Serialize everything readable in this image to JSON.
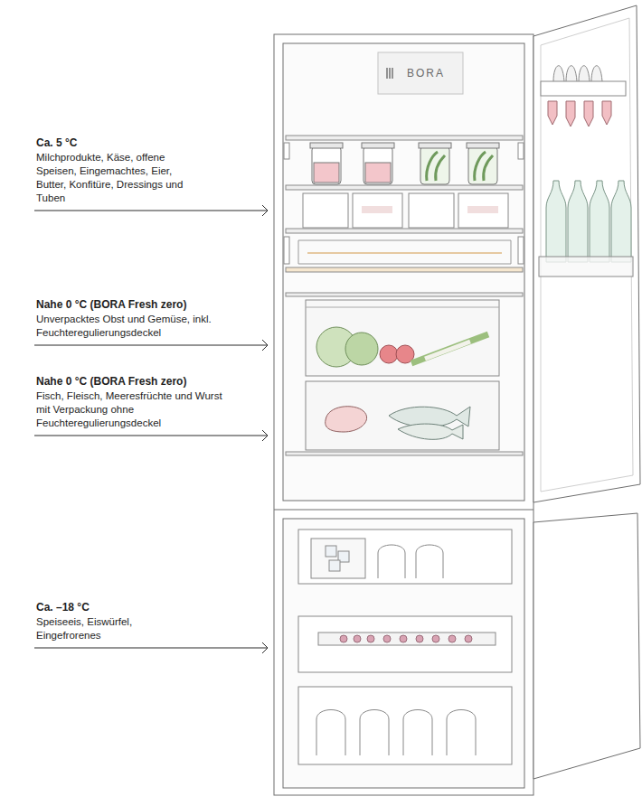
{
  "diagram": {
    "labels": [
      "Ca. 5 °C",
      "Milchprodukte, Käse, offene Speisen, Eingemachtes, Eier, Butter, Konfitüre, Dressings und Tuben",
      "Nahe 0 °C (BORA Fresh zero)",
      "Unverpacktes Obst und Gemüse, inkl. Feuchteregulierungsdeckel",
      "Nahe 0 °C (BORA Fresh zero)",
      "Fisch, Fleisch, Meeresfrüchte und Wurst mit Verpackung ohne Feuchteregulierungsdeckel",
      "Ca. –18 °C",
      "Speiseeis, Eiswürfel, Eingefrorenes",
      "BORA"
    ]
  }
}
